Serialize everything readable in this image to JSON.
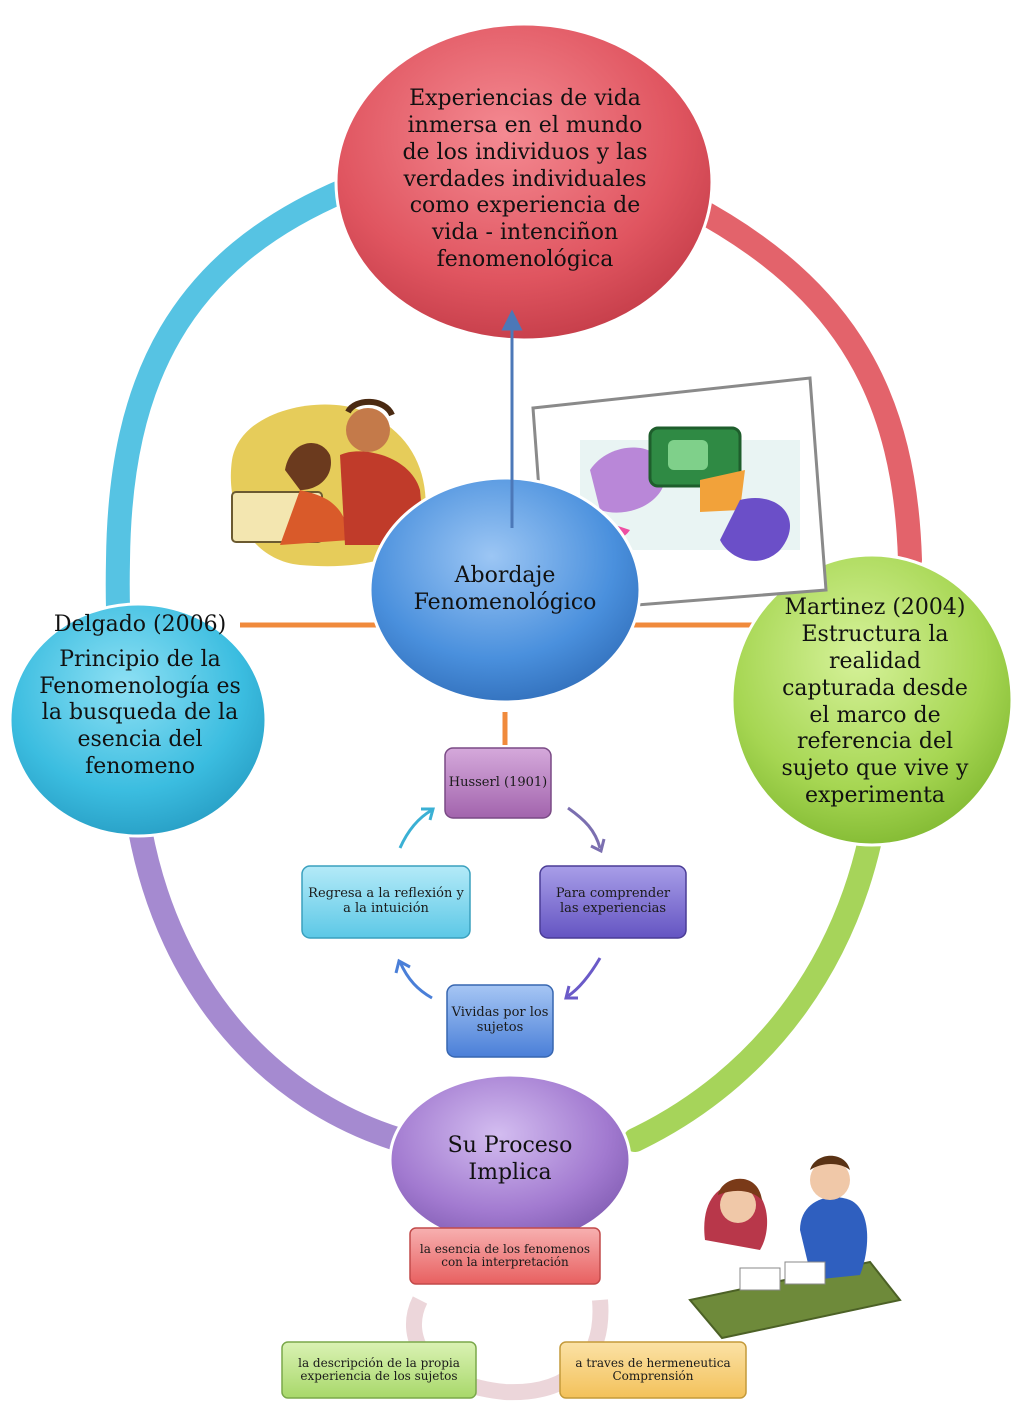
{
  "nodes": {
    "top": {
      "text": "Experiencias de vida inmersa en el mundo de los individuos y las verdades individuales como experiencia de vida - intenciñon fenomenológica",
      "color": "#e05560"
    },
    "left": {
      "heading": "Delgado (2006)",
      "text": "Principio de la Fenomenología es la busqueda de la esencia del fenomeno",
      "color": "#3bbde0"
    },
    "right": {
      "text": "Martinez (2004) Estructura la realidad capturada desde el marco de referencia del sujeto que vive y experimenta",
      "color": "#9fd24a"
    },
    "center": {
      "text": "Abordaje Fenomenológico",
      "color": "#4a90dd"
    },
    "bottom": {
      "text": "Su Proceso Implica",
      "color": "#a27ad0"
    }
  },
  "cycle": {
    "top": {
      "text": "Husserl (1901)",
      "color": "#a75fae"
    },
    "right": {
      "text": "Para comprender las experiencias",
      "color": "#6a5ac8"
    },
    "bottom": {
      "text": "Vividas por los sujetos",
      "color": "#4a7fd8"
    },
    "left": {
      "text": "Regresa a la reflexión y a la intuición",
      "color": "#5cc8e6"
    }
  },
  "process": {
    "top": {
      "text": "la esencia de los fenomenos con la interpretación",
      "color": "#e86060"
    },
    "left": {
      "text": "la descripción de la propia experiencia de los sujetos",
      "color": "#a8d86a"
    },
    "right": {
      "text": "a traves de hermeneutica Comprensión",
      "color": "#f3c15a"
    }
  },
  "ring_colors": {
    "top_left": "#56c3e3",
    "top_right": "#e3636b",
    "bottom_right": "#a6d45a",
    "bottom_left": "#a58ad0",
    "connector": "#f08a3c"
  },
  "icons": [
    "people-reading-icon",
    "puzzle-hands-icon",
    "business-meeting-icon"
  ]
}
